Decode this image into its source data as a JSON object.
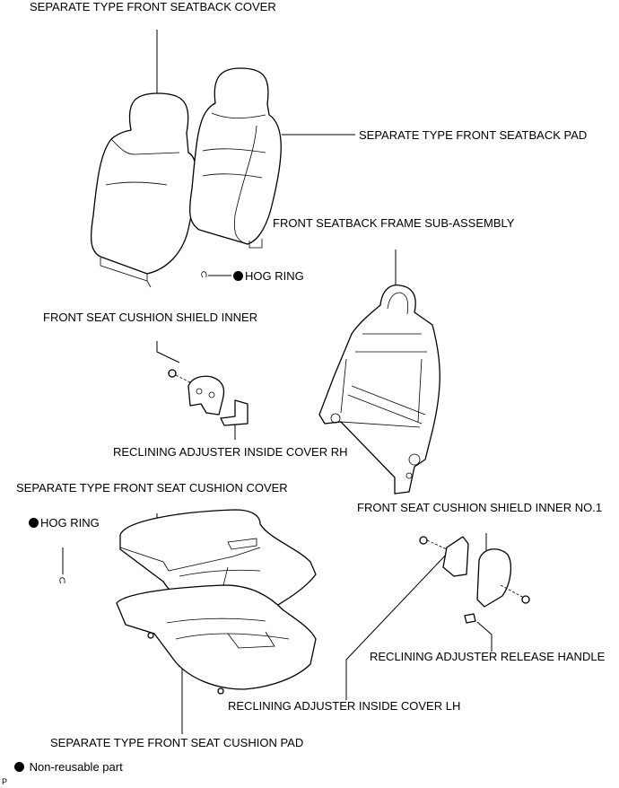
{
  "labels": {
    "seatback_cover": "SEPARATE TYPE FRONT SEATBACK COVER",
    "seatback_pad": "SEPARATE TYPE FRONT SEATBACK PAD",
    "seatback_frame": "FRONT SEATBACK FRAME SUB-ASSEMBLY",
    "hog_ring_upper": "HOG RING",
    "cushion_shield_inner": "FRONT SEAT CUSHION SHIELD INNER",
    "adjuster_cover_rh": "RECLINING ADJUSTER INSIDE COVER RH",
    "cushion_cover": "SEPARATE TYPE FRONT SEAT CUSHION COVER",
    "hog_ring_lower": "HOG RING",
    "cushion_shield_inner_no1": "FRONT SEAT CUSHION SHIELD INNER NO.1",
    "release_handle": "RECLINING ADJUSTER RELEASE HANDLE",
    "adjuster_cover_lh": "RECLINING ADJUSTER INSIDE COVER LH",
    "cushion_pad": "SEPARATE TYPE FRONT SEAT CUSHION PAD"
  },
  "legend": {
    "text": "Non-reusable part"
  },
  "corner_mark": "P"
}
